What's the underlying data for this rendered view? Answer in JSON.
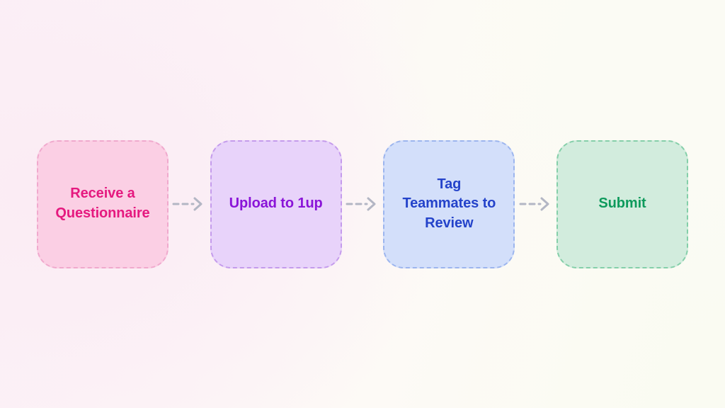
{
  "diagram": {
    "type": "horizontal-process-flow",
    "title": "",
    "background": {
      "gradient_from": "#fbeef6",
      "gradient_to": "#fafbf2"
    },
    "connector": {
      "icon": "dashed-arrow-right-icon",
      "color": "#b3b6c4",
      "style": "dashed"
    },
    "steps": [
      {
        "id": "receive-questionnaire",
        "label": "Receive a\nQuestionnaire",
        "fill": "#fbcfe4",
        "border": "#f0a9cd",
        "text_color": "#e5197f"
      },
      {
        "id": "upload-to-1up",
        "label": "Upload to 1up",
        "fill": "#e8d3fa",
        "border": "#c49bec",
        "text_color": "#8a14d8"
      },
      {
        "id": "tag-teammates-to-review",
        "label": "Tag\nTeammates to\nReview",
        "fill": "#d3dffa",
        "border": "#9cb5ee",
        "text_color": "#2443ca"
      },
      {
        "id": "submit",
        "label": "Submit",
        "fill": "#d2ecdd",
        "border": "#84cfa9",
        "text_color": "#0e9a5c"
      }
    ]
  }
}
